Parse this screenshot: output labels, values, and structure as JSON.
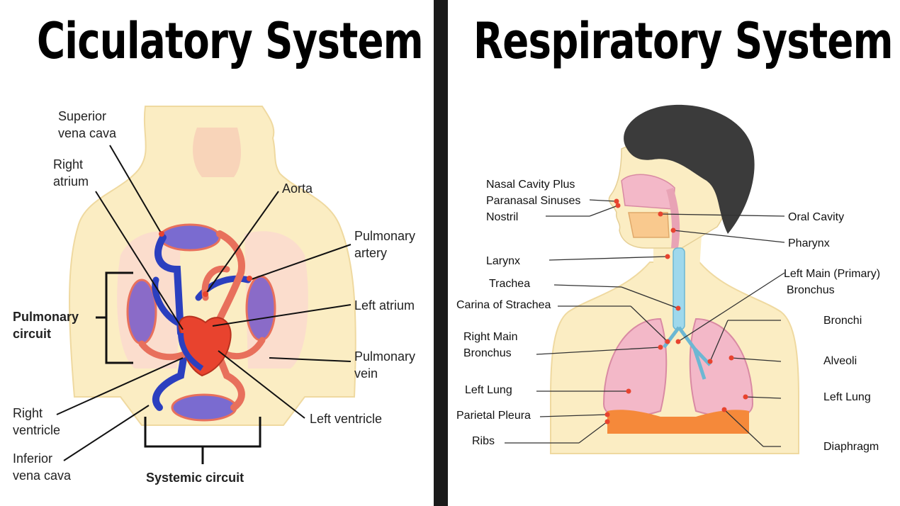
{
  "circulatory": {
    "title": "Ciculatory System",
    "labels": {
      "superior_vena_cava": [
        "Superior",
        "vena cava"
      ],
      "right_atrium": [
        "Right",
        "atrium"
      ],
      "aorta": "Aorta",
      "pulmonary_artery": [
        "Pulmonary",
        "artery"
      ],
      "left_atrium": "Left atrium",
      "pulmonary_circuit": [
        "Pulmonary",
        "circuit"
      ],
      "pulmonary_vein": [
        "Pulmonary",
        "vein"
      ],
      "right_ventricle": [
        "Right",
        "ventricle"
      ],
      "left_ventricle": "Left ventricle",
      "inferior_vena_cava": [
        "Inferior",
        "vena cava"
      ],
      "systemic_circuit": "Systemic circuit"
    }
  },
  "respiratory": {
    "title": "Respiratory System",
    "labels": {
      "nasal_cavity": [
        "Nasal Cavity Plus",
        "Paranasal Sinuses"
      ],
      "nostril": "Nostril",
      "oral_cavity": "Oral Cavity",
      "pharynx": "Pharynx",
      "larynx": "Larynx",
      "trachea": "Trachea",
      "left_main_bronchus": [
        "Left Main (Primary)",
        "Bronchus"
      ],
      "carina": "Carina  of Strachea",
      "bronchi": "Bronchi",
      "right_main_bronchus": [
        "Right Main",
        "Bronchus"
      ],
      "alveoli": "Alveoli",
      "left_lung_left": "Left Lung",
      "left_lung_right": "Left Lung",
      "parietal_pleura": "Parietal Pleura",
      "ribs": "Ribs",
      "diaphragm": "Diaphragm"
    }
  },
  "colors": {
    "skin": "#fbedc3",
    "vein_blue": "#2b3fbf",
    "artery_red": "#e8705c",
    "lung_pink": "#f3b8c8",
    "hair": "#3b3b3b",
    "diaphragm": "#f5893a",
    "divider": "#1a1a1a"
  }
}
